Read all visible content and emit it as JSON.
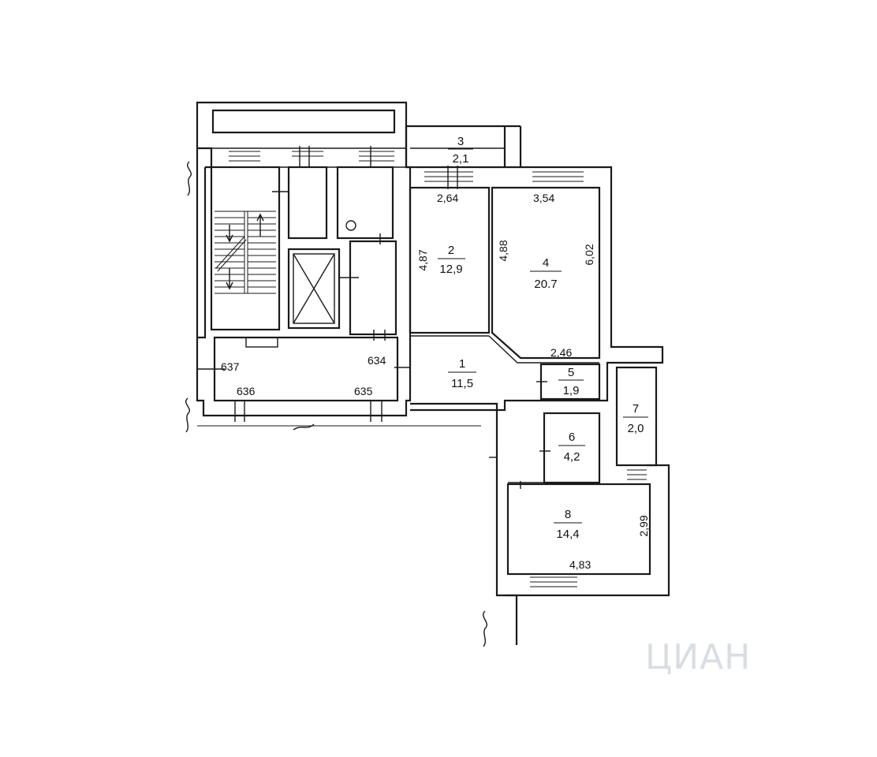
{
  "rooms": [
    {
      "id": "1",
      "area": "11,5"
    },
    {
      "id": "2",
      "area": "12,9"
    },
    {
      "id": "3",
      "area": "2,1"
    },
    {
      "id": "4",
      "area": "20.7"
    },
    {
      "id": "5",
      "area": "1,9"
    },
    {
      "id": "6",
      "area": "4,2"
    },
    {
      "id": "7",
      "area": "2,0"
    },
    {
      "id": "8",
      "area": "14,4"
    }
  ],
  "dimensions": {
    "room2_top": "2,64",
    "room2_left": "4,87",
    "room4_top": "3,54",
    "room4_left": "4,88",
    "room4_right": "6,02",
    "room4_bottom": "2,46",
    "room8_right": "2,99",
    "room8_bottom": "4,83"
  },
  "apartments": {
    "a634": "634",
    "a635": "635",
    "a636": "636",
    "a637": "637"
  },
  "watermark": "ЦИАН"
}
